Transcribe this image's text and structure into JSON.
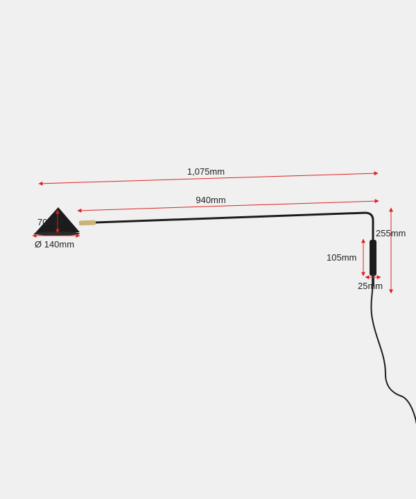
{
  "colors": {
    "background": "#f0f0f0",
    "dimension_line": "#e02020",
    "lamp_body": "#1c1c1c",
    "brass_joint": "#c8b47a"
  },
  "dimensions": {
    "overall_length": "1,075mm",
    "arm_length": "940mm",
    "shade_height": "70mm",
    "shade_diameter": "Ø 140mm",
    "mount_height": "255mm",
    "bracket_height": "105mm",
    "bracket_width": "25mm"
  }
}
